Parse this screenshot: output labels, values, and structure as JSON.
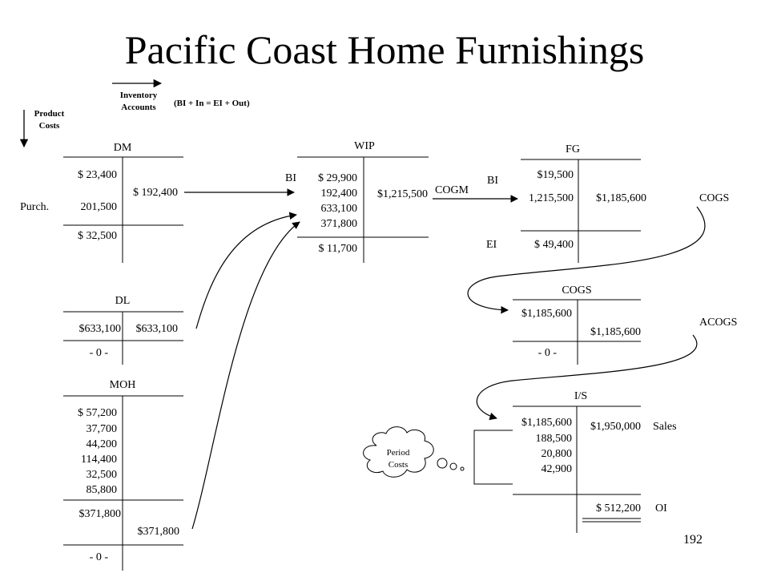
{
  "title": "Pacific Coast Home Furnishings",
  "legend": {
    "inventory_line1": "Inventory",
    "inventory_line2": "Accounts",
    "formula": "(BI + In = EI + Out)",
    "product_line1": "Product",
    "product_line2": "Costs"
  },
  "dm": {
    "name": "DM",
    "bi": "$ 23,400",
    "purch_label": "Purch.",
    "purch": "201,500",
    "credit": "$ 192,400",
    "ei": "$ 32,500"
  },
  "dl": {
    "name": "DL",
    "debit": "$633,100",
    "credit": "$633,100",
    "balance": "- 0 -"
  },
  "moh": {
    "name": "MOH",
    "debits": [
      "$  57,200",
      "37,700",
      "44,200",
      "114,400",
      "32,500",
      "85,800"
    ],
    "total": "$371,800",
    "credit": "$371,800",
    "balance": "- 0 -"
  },
  "wip": {
    "name": "WIP",
    "bi_label": "BI",
    "debits": [
      "$    29,900",
      "192,400",
      "633,100",
      "371,800"
    ],
    "credit": "$1,215,500",
    "ei": "$    11,700"
  },
  "cogm_label": "COGM",
  "fg": {
    "name": "FG",
    "bi_label": "BI",
    "bi": "$19,500",
    "in": "1,215,500",
    "credit": "$1,185,600",
    "out_label": "COGS",
    "ei_label": "EI",
    "ei": "$    49,400"
  },
  "cogs": {
    "name": "COGS",
    "debit": "$1,185,600",
    "credit": "$1,185,600",
    "balance": "- 0 -",
    "out_label": "ACOGS"
  },
  "is": {
    "name": "I/S",
    "debits": [
      "$1,185,600",
      "188,500",
      "20,800",
      "42,900"
    ],
    "credit": "$1,950,000",
    "credit_label": "Sales",
    "result": "$  512,200",
    "result_label": "OI"
  },
  "period_costs": {
    "line1": "Period",
    "line2": "Costs"
  },
  "page_number": "192"
}
